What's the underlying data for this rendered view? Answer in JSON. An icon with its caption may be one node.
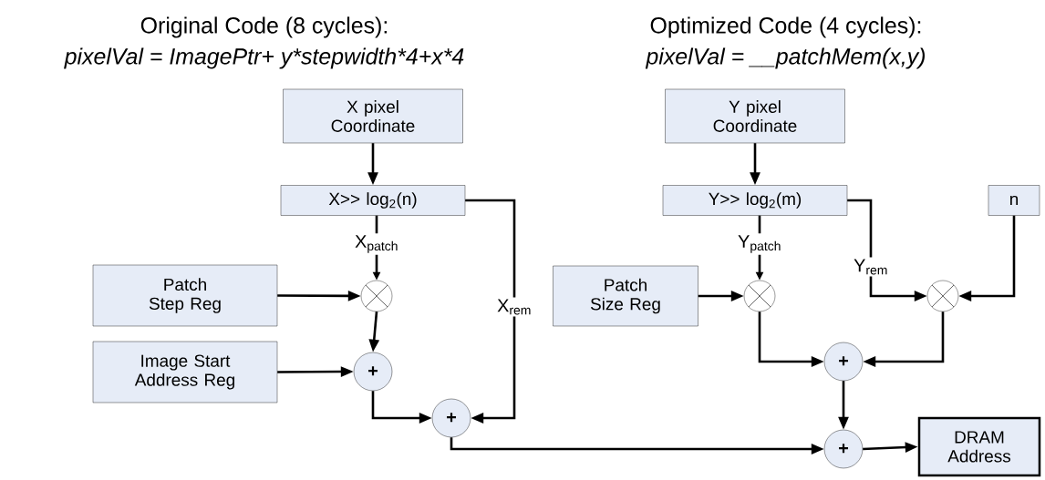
{
  "diagram": {
    "nodes": [
      {
        "text": [
          "X pixel Coordinate"
        ]
      },
      {
        "text": [
          "X>> log$_{2}$(n)"
        ]
      },
      {
        "text": [
          "Patch Step Reg"
        ]
      },
      {
        "text": [],
        "shape": "circle"
      },
      {
        "text": [
          "Image Start Address Reg"
        ]
      },
      {
        "text": [
          "+"
        ]
      },
      {
        "text": [
          "+"
        ]
      },
      {
        "text": [
          "Y pixel Coordinate"
        ]
      },
      {
        "text": [
          "Y>> log$_{2}$(m)"
        ]
      },
      {
        "text": [
          "n"
        ]
      },
      {
        "text": [
          "Patch Size Reg"
        ]
      },
      {
        "text": [],
        "shape": "circle"
      },
      {
        "text": [],
        "shape": "circle"
      },
      {
        "text": [
          "+"
        ]
      },
      {
        "text": [
          "+"
        ]
      },
      {
        "text": [
          "DRAM Address"
        ]
      }
    ],
    "edges": [
      {
        "from": 0,
        "to": 1,
        "arrow": "to"
      },
      {
        "from": 1,
        "to": 3,
        "arrow": "to",
        "label": "X$_{patch}$"
      },
      {
        "from": 2,
        "to": 3,
        "arrow": "to"
      },
      {
        "from": 3,
        "to": 5,
        "arrow": "to"
      },
      {
        "from": 4,
        "to": 5,
        "arrow": "to"
      },
      {
        "from": 5,
        "to": 6,
        "arrow": "to"
      },
      {
        "from": 1,
        "to": 6,
        "arrow": "to",
        "label": "X$_{rem}$"
      },
      {
        "from": 7,
        "to": 8,
        "arrow": "to"
      },
      {
        "from": 8,
        "to": 11,
        "arrow": "to",
        "label": "Y$_{patch}$"
      },
      {
        "from": 10,
        "to": 11,
        "arrow": "to"
      },
      {
        "from": 8,
        "to": 12,
        "arrow": "to",
        "label": "Y$_{rem}$"
      },
      {
        "from": 9,
        "to": 12,
        "arrow": "to"
      },
      {
        "from": 11,
        "to": 13,
        "arrow": "to"
      },
      {
        "from": 12,
        "to": 13,
        "arrow": "to"
      },
      {
        "from": 13,
        "to": 14,
        "arrow": "to"
      },
      {
        "from": 6,
        "to": 14,
        "arrow": "to"
      },
      {
        "from": 14,
        "to": 15,
        "arrow": "to"
      }
    ],
    "labels": [
      "Original Code (8 cycles):",
      "pixelVal = ImagePtr+ y*stepwidth*4+x*4",
      "Optimized Code (4 cycles):",
      "pixelVal = __patchMem(x,y)"
    ]
  }
}
